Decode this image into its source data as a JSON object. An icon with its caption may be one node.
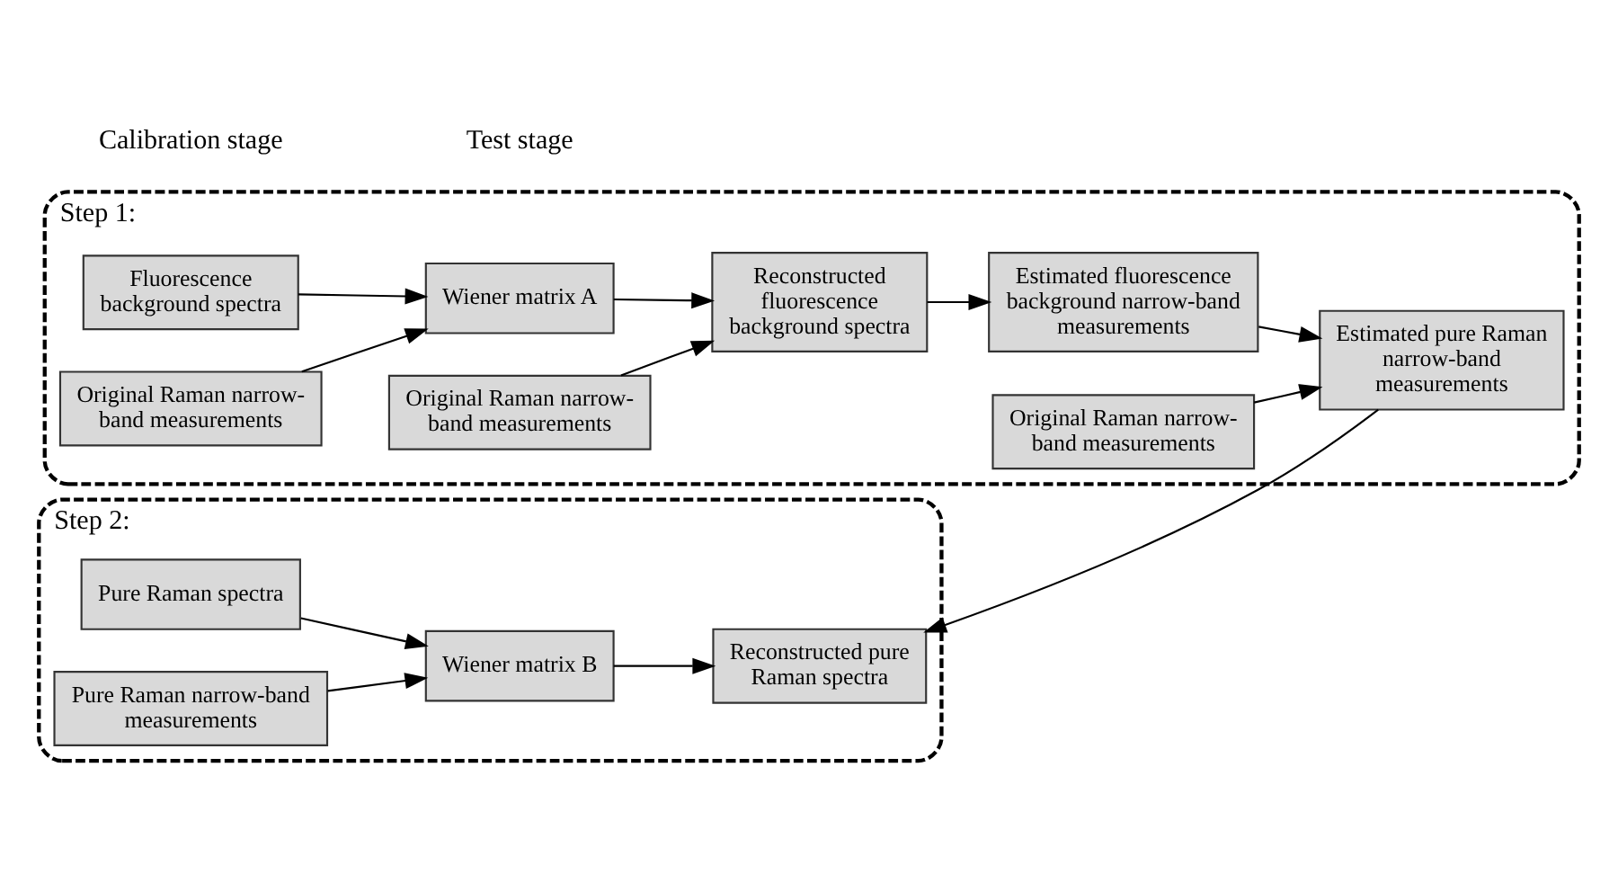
{
  "diagram": {
    "nodes": [
      {
        "text": [
          "Step 1:"
        ]
      },
      {
        "text": [
          "Fluorescence background spectra"
        ],
        "in": 0
      },
      {
        "text": [
          "Original Raman narrow-band measurements"
        ],
        "in": 0
      },
      {
        "text": [
          "Wiener matrix A"
        ],
        "in": 0
      },
      {
        "text": [
          "Original Raman narrow-band measurements"
        ],
        "in": 0
      },
      {
        "text": [
          "Reconstructed fluorescence background spectra"
        ],
        "in": 0
      },
      {
        "text": [
          "Original Raman narrow-band measurements"
        ],
        "in": 0
      },
      {
        "text": [
          "Estimated fluorescence background narrow-band measurements"
        ],
        "in": 0
      },
      {
        "text": [
          "Estimated pure Raman narrow-band measurements"
        ],
        "in": 0
      },
      {
        "text": [
          "Step 2:"
        ]
      },
      {
        "text": [
          "Pure Raman spectra"
        ],
        "in": 9
      },
      {
        "text": [
          "Pure Raman narrow-band measurements"
        ],
        "in": 9
      },
      {
        "text": [
          "Wiener matrix B"
        ],
        "in": 9
      },
      {
        "text": [
          "Reconstructed pure Raman spectra"
        ],
        "in": 9
      }
    ],
    "edges": [
      {
        "from": 1,
        "to": 3,
        "arrow": "to"
      },
      {
        "from": 2,
        "to": 3,
        "arrow": "to"
      },
      {
        "from": 3,
        "to": 5,
        "arrow": "to"
      },
      {
        "from": 4,
        "to": 5,
        "arrow": "to"
      },
      {
        "from": 5,
        "to": 7,
        "arrow": "to"
      },
      {
        "from": 6,
        "to": 8,
        "arrow": "to"
      },
      {
        "from": 7,
        "to": 8,
        "arrow": "to"
      },
      {
        "from": 8,
        "to": 13,
        "arrow": "to"
      },
      {
        "from": 10,
        "to": 12,
        "arrow": "to"
      },
      {
        "from": 11,
        "to": 12,
        "arrow": "to"
      },
      {
        "from": 12,
        "to": 13,
        "arrow": "to"
      }
    ],
    "labels": [
      "Calibration stage",
      "Test stage"
    ]
  }
}
